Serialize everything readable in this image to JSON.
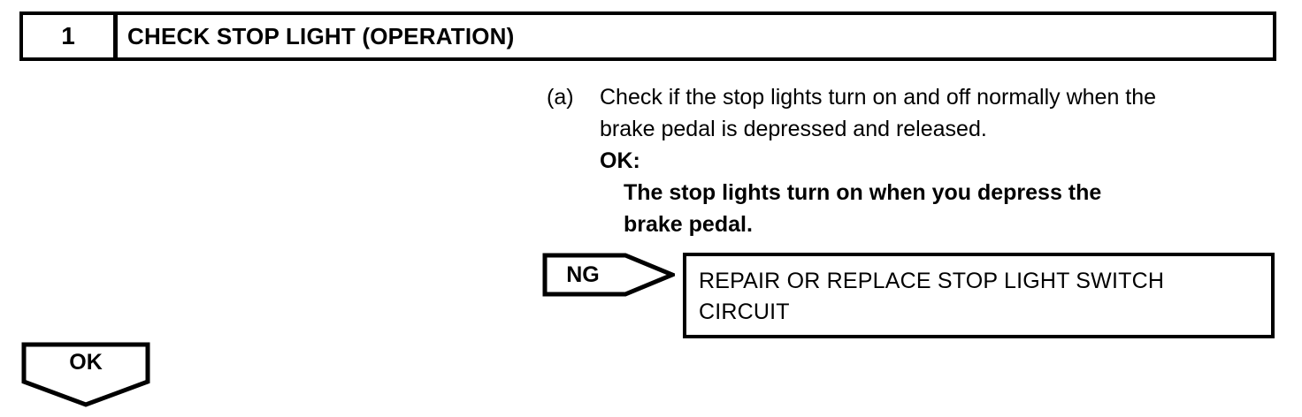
{
  "step": {
    "number": "1",
    "title": "CHECK STOP LIGHT (OPERATION)"
  },
  "procedure": {
    "marker": "(a)",
    "lines": [
      "Check if the stop lights turn on and off normally when the",
      "brake pedal is depressed and released."
    ],
    "result_heading": "OK:",
    "result_lines": [
      "The stop lights turn on when you depress the",
      "brake pedal."
    ]
  },
  "branches": {
    "ng": {
      "label": "NG",
      "action_lines": [
        "REPAIR OR REPLACE STOP LIGHT SWITCH",
        "CIRCUIT"
      ]
    },
    "ok": {
      "label": "OK"
    }
  },
  "colors": {
    "ink": "#000000",
    "paper": "#ffffff"
  }
}
